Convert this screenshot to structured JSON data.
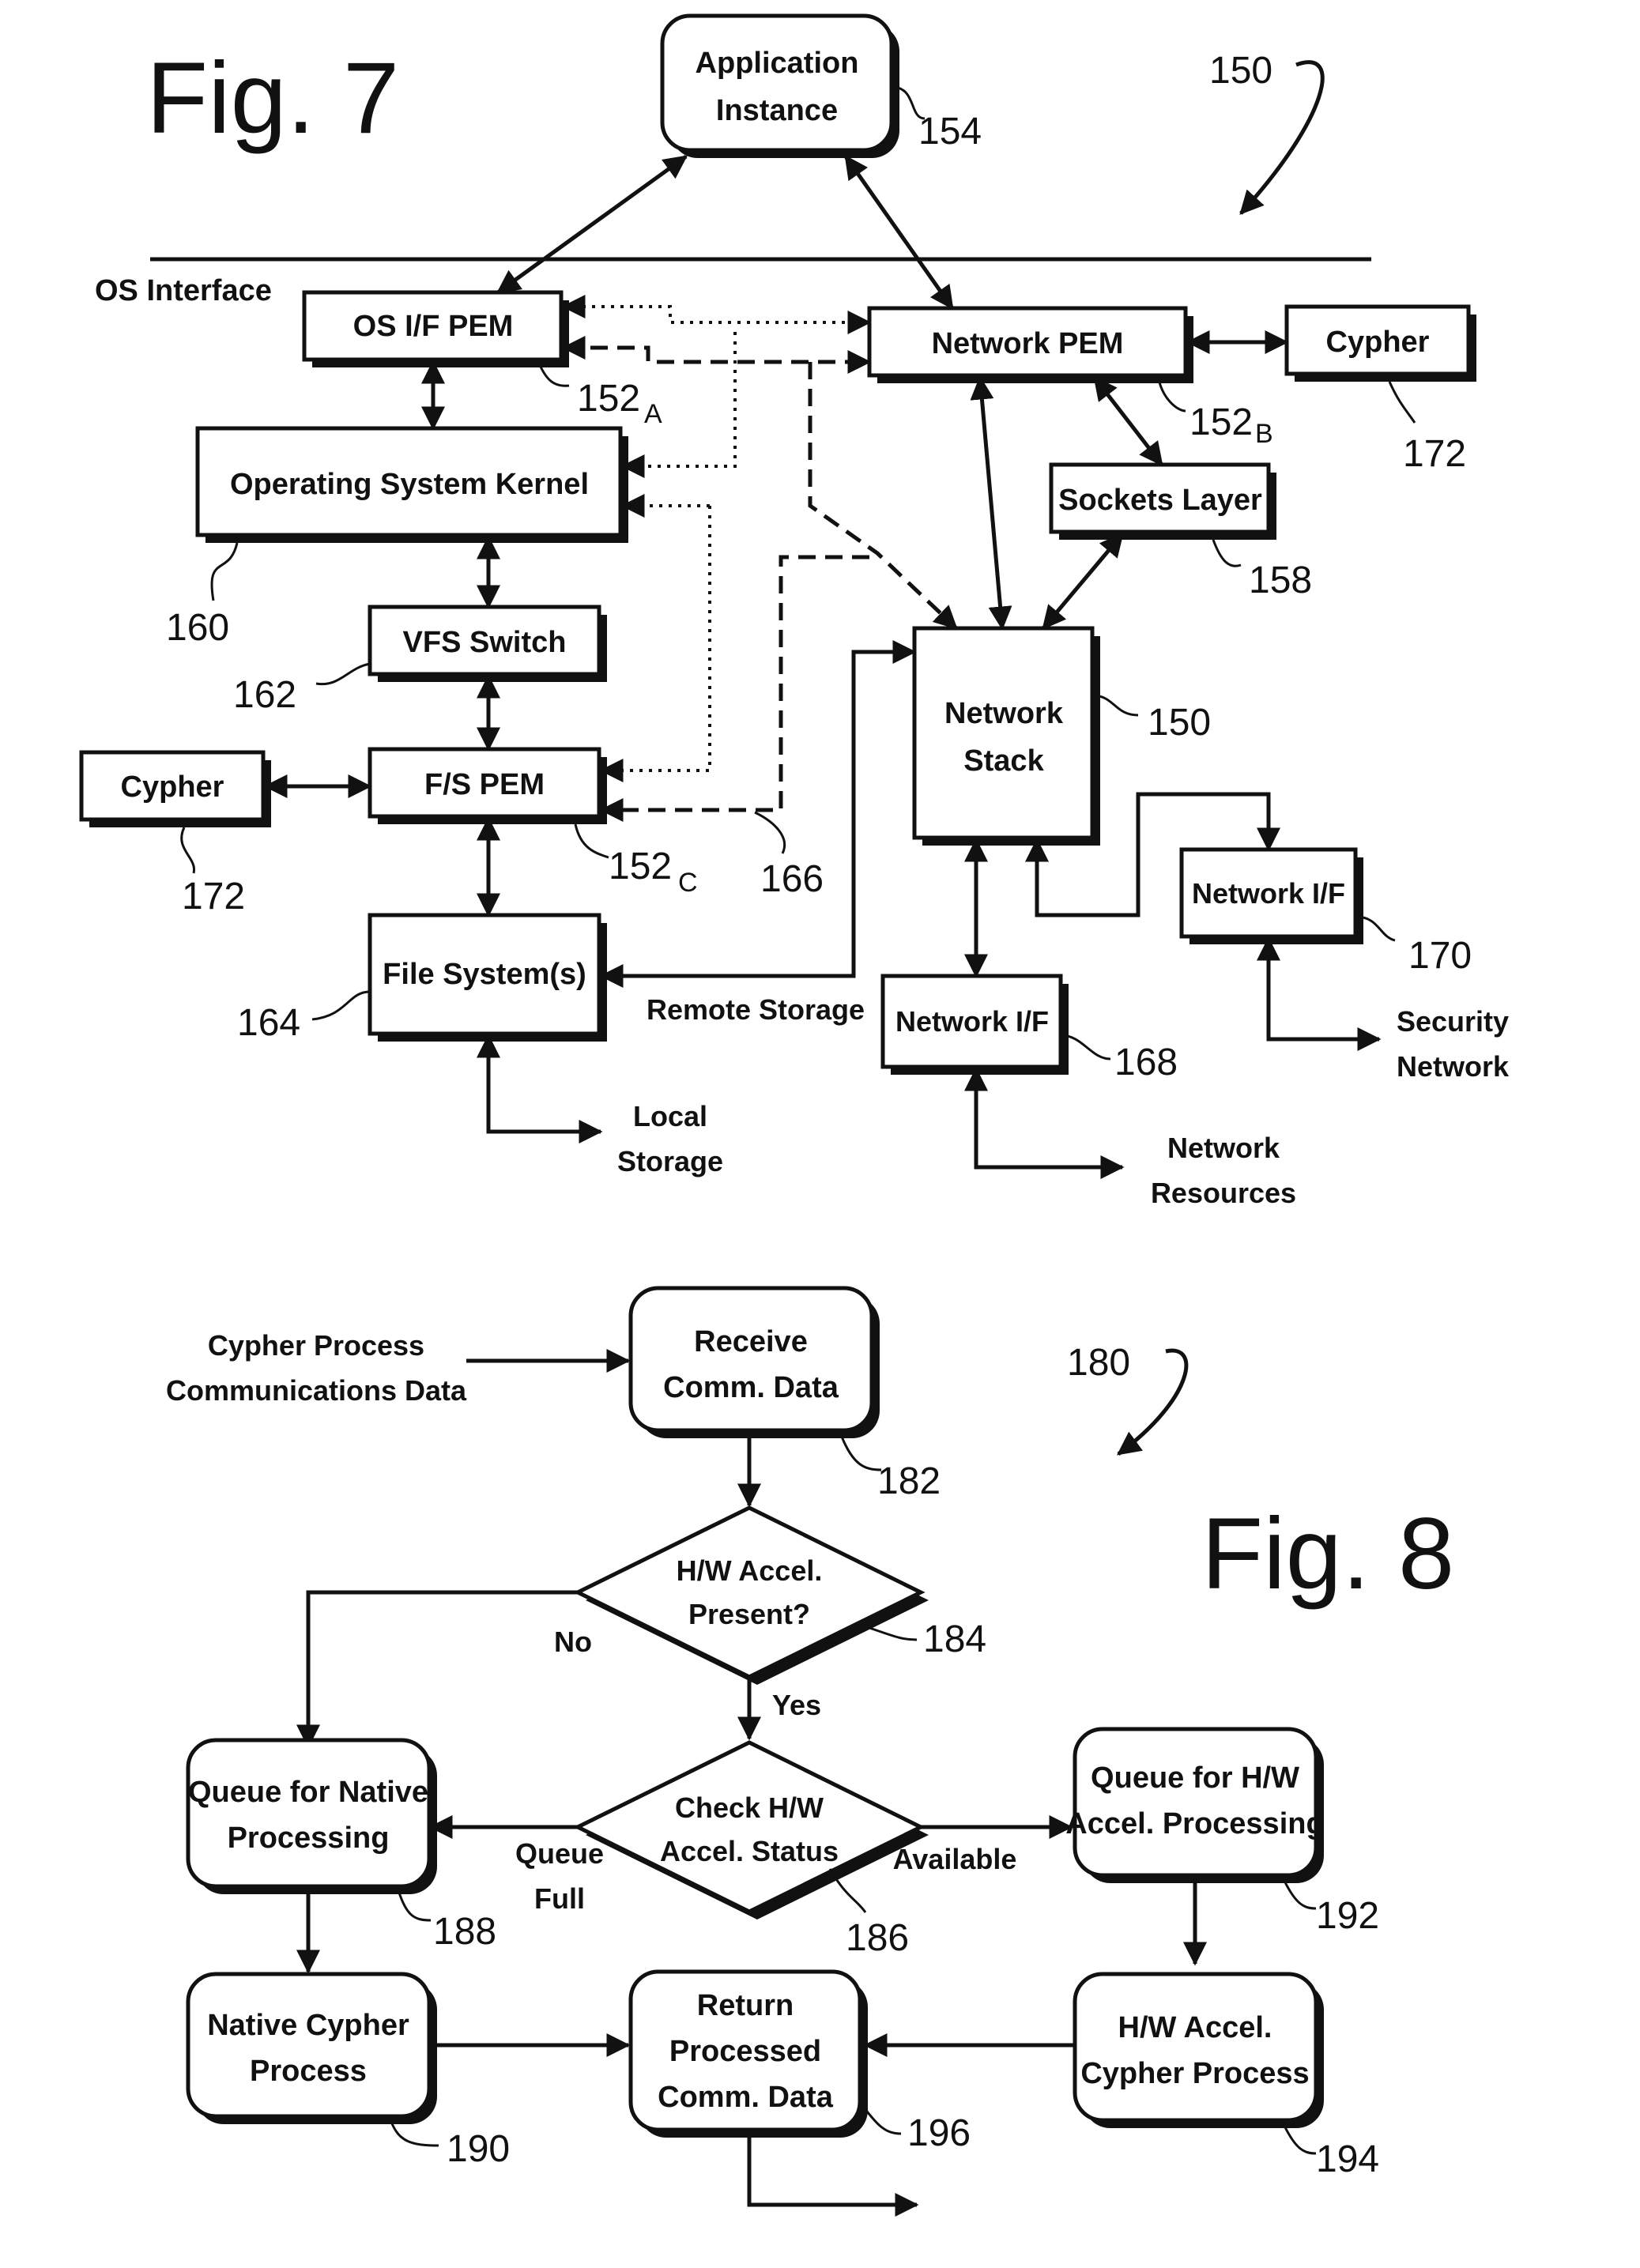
{
  "fig7": {
    "title": "Fig. 7",
    "ref_overall": "150",
    "os_interface": "OS Interface",
    "application_instance": [
      "Application",
      "Instance"
    ],
    "ref_app": "154",
    "os_if_pem": "OS I/F PEM",
    "ref_os_if_pem": "152",
    "ref_os_if_pem_sub": "A",
    "network_pem": "Network PEM",
    "ref_network_pem": "152",
    "ref_network_pem_sub": "B",
    "cypher_right": "Cypher",
    "ref_cypher_right": "172",
    "os_kernel": "Operating System Kernel",
    "ref_kernel": "160",
    "sockets_layer": "Sockets Layer",
    "ref_sockets": "158",
    "vfs_switch": "VFS Switch",
    "ref_vfs": "162",
    "network_stack": [
      "Network",
      "Stack"
    ],
    "ref_network_stack": "150",
    "cypher_left": "Cypher",
    "ref_cypher_left": "172",
    "fs_pem": "F/S PEM",
    "ref_fs_pem": "152",
    "ref_fs_pem_sub": "C",
    "ref_166": "166",
    "network_if_right": "Network I/F",
    "ref_network_if_right": "170",
    "file_systems": "File System(s)",
    "ref_file_systems": "164",
    "remote_storage": "Remote Storage",
    "network_if_bottom": "Network I/F",
    "ref_network_if_bottom": "168",
    "security_network": [
      "Security",
      "Network"
    ],
    "local_storage": [
      "Local",
      "Storage"
    ],
    "network_resources": [
      "Network",
      "Resources"
    ]
  },
  "fig8": {
    "title": "Fig. 8",
    "ref_overall": "180",
    "input_label": [
      "Cypher Process",
      "Communications Data"
    ],
    "receive": [
      "Receive",
      "Comm. Data"
    ],
    "ref_receive": "182",
    "hw_present": [
      "H/W Accel.",
      "Present?"
    ],
    "ref_hw_present": "184",
    "no": "No",
    "yes": "Yes",
    "check_status": [
      "Check H/W",
      "Accel. Status"
    ],
    "ref_check_status": "186",
    "queue_full": [
      "Queue",
      "Full"
    ],
    "available": "Available",
    "queue_native": [
      "Queue for Native",
      "Processing"
    ],
    "ref_queue_native": "188",
    "queue_hw": [
      "Queue for H/W",
      "Accel. Processing"
    ],
    "ref_queue_hw": "192",
    "native_cypher": [
      "Native Cypher",
      "Process"
    ],
    "ref_native_cypher": "190",
    "return_data": [
      "Return",
      "Processed",
      "Comm. Data"
    ],
    "ref_return": "196",
    "hw_cypher": [
      "H/W Accel.",
      "Cypher Process"
    ],
    "ref_hw_cypher": "194"
  },
  "colors": {
    "ink": "#111111",
    "paper": "#ffffff"
  }
}
